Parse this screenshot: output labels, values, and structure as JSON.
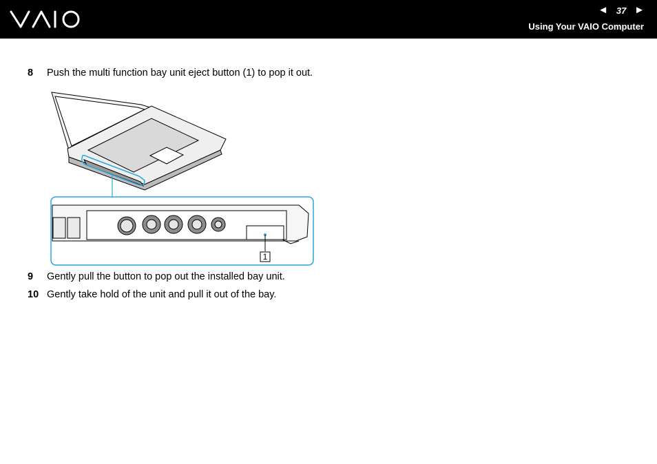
{
  "header": {
    "page_number": "37",
    "prev_arrow": "◄",
    "next_arrow": "►",
    "section_title": "Using Your VAIO Computer"
  },
  "steps": [
    {
      "number": "8",
      "text": "Push the multi function bay unit eject button (1) to pop it out."
    },
    {
      "number": "9",
      "text": "Gently pull the button to pop out the installed bay unit."
    },
    {
      "number": "10",
      "text": "Gently take hold of the unit and pull it out of the bay."
    }
  ],
  "figure": {
    "callout_label": "1"
  },
  "colors": {
    "header_bg": "#000000",
    "callout_frame": "#29a8e0"
  },
  "icons": {
    "logo": "vaio-logo",
    "prev": "prev-page-icon",
    "next": "next-page-icon"
  }
}
